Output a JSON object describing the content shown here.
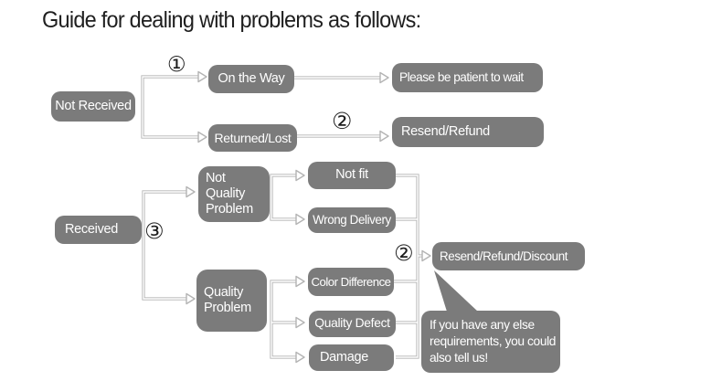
{
  "title": "Guide for dealing with problems as follows:",
  "colors": {
    "node_bg": "#7b7b7b",
    "node_text": "#ffffff",
    "connector": "#b4b4b4",
    "title_text": "#1f1f1f",
    "background": "#ffffff"
  },
  "markers": {
    "step1": "①",
    "step2_top": "②",
    "step3": "③",
    "step2_mid": "②"
  },
  "nodes": {
    "not_received": "Not Received",
    "on_the_way": "On the Way",
    "returned_lost": "Returned/Lost",
    "please_wait": "Please be patient to wait",
    "resend_refund": "Resend/Refund",
    "received": "Received",
    "not_quality_problem": "Not\nQuality\nProblem",
    "quality_problem": "Quality\nProblem",
    "not_fit": "Not fit",
    "wrong_delivery": "Wrong Delivery",
    "color_difference": "Color Difference",
    "quality_defect": "Quality Defect",
    "damage": "Damage",
    "resend_refund_discount": "Resend/Refund/Discount",
    "note_bubble": "If you have any else\nrequirements, you could\nalso tell us!"
  }
}
